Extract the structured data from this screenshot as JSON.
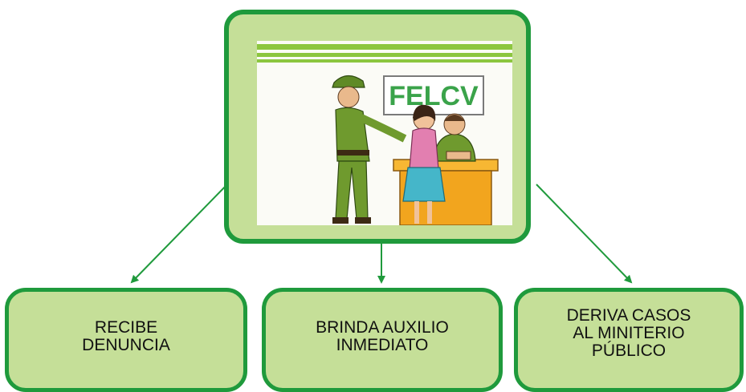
{
  "diagram": {
    "colors": {
      "box_fill": "#c5df98",
      "box_border": "#1f9a3c",
      "arrow": "#1f9a3c",
      "uniform": "#6f9a2e",
      "sign_text": "#3aa34a",
      "desk": "#f2a51e",
      "dress_top": "#e27fb0",
      "skirt": "#45b6c9"
    },
    "illustration": {
      "sign_text": "FELCV",
      "icons": [
        "police-officer-icon",
        "woman-icon",
        "seated-officer-icon",
        "desk-icon"
      ]
    },
    "nodes": [
      {
        "label": "RECIBE\nDENUNCIA"
      },
      {
        "label": "BRINDA AUXILIO\nINMEDIATO"
      },
      {
        "label": "DERIVA CASOS\nAL MINITERIO\nPÚBLICO"
      }
    ]
  }
}
